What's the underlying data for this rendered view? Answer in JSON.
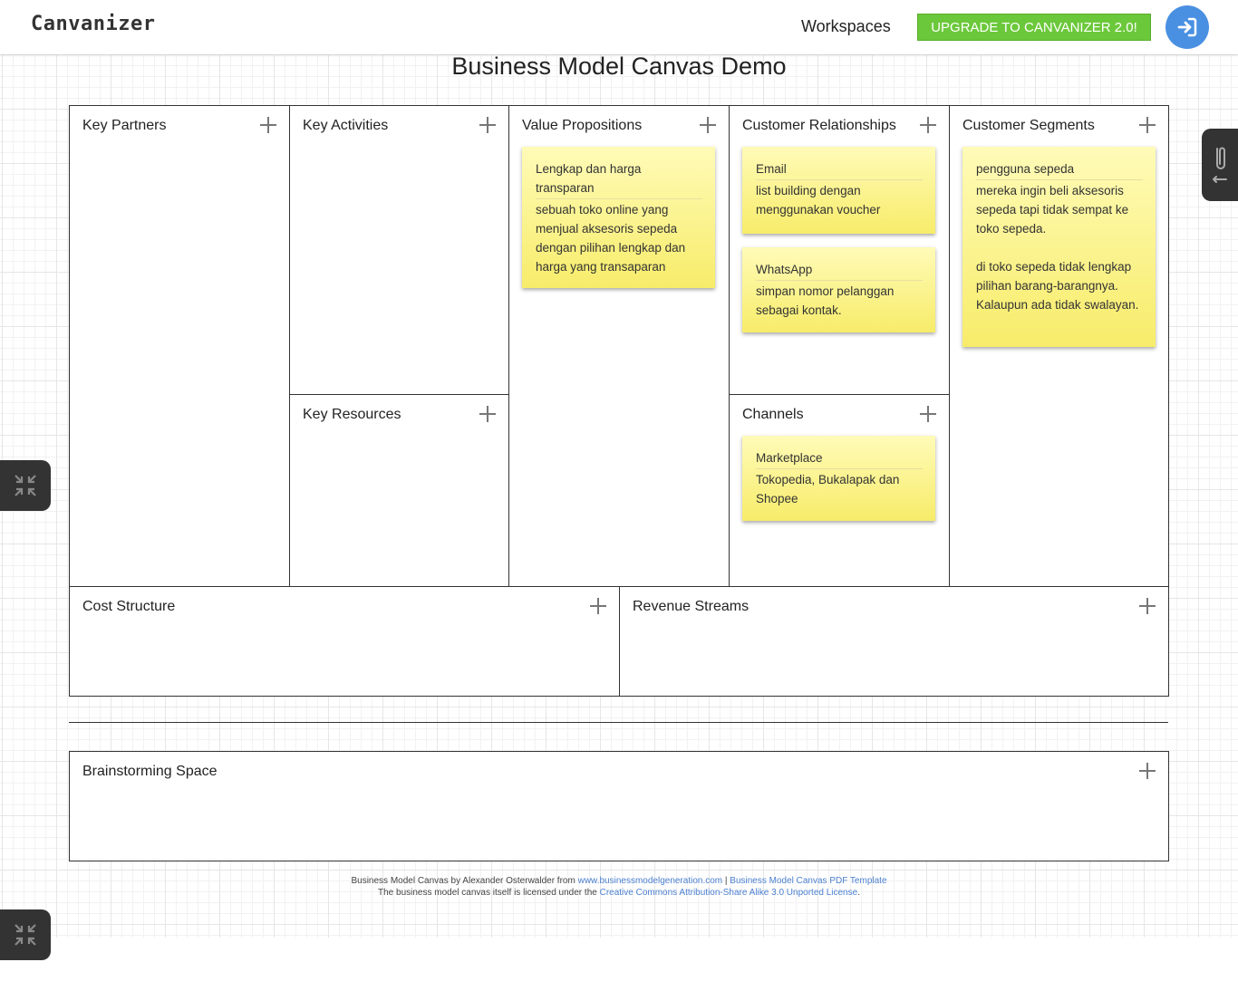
{
  "header": {
    "logo": "Canvanizer",
    "nav_workspaces": "Workspaces",
    "upgrade_label": "UPGRADE TO CANVANIZER 2.0!",
    "login_icon": "sign-in-icon"
  },
  "page_title": "Business Model Canvas Demo",
  "canvas": {
    "key_partners": {
      "title": "Key Partners"
    },
    "key_activities": {
      "title": "Key Activities"
    },
    "key_resources": {
      "title": "Key Resources"
    },
    "value_propositions": {
      "title": "Value Propositions",
      "notes": [
        {
          "title": "Lengkap dan harga transparan",
          "body": "sebuah toko online yang menjual aksesoris sepeda dengan pilihan lengkap dan harga yang transaparan"
        }
      ]
    },
    "customer_relationships": {
      "title": "Customer Relationships",
      "notes": [
        {
          "title": "Email",
          "body": "list building dengan menggunakan voucher"
        },
        {
          "title": "WhatsApp",
          "body": "simpan nomor pelanggan sebagai kontak."
        }
      ]
    },
    "channels": {
      "title": "Channels",
      "notes": [
        {
          "title": "Marketplace",
          "body": "Tokopedia, Bukalapak dan Shopee"
        }
      ]
    },
    "customer_segments": {
      "title": "Customer Segments",
      "notes": [
        {
          "title": "pengguna sepeda",
          "body": "mereka ingin beli aksesoris sepeda tapi tidak sempat ke toko sepeda.\n\ndi toko sepeda tidak lengkap pilihan barang-barangnya. Kalaupun ada tidak swalayan."
        }
      ]
    },
    "cost_structure": {
      "title": "Cost Structure"
    },
    "revenue_streams": {
      "title": "Revenue Streams"
    },
    "brainstorming": {
      "title": "Brainstorming Space"
    }
  },
  "footer": {
    "line1_prefix": "Business Model Canvas by Alexander Osterwalder from ",
    "line1_link1": "www.businessmodelgeneration.com",
    "line1_sep": " | ",
    "line1_link2": "Business Model Canvas PDF Template",
    "line2_prefix": "The business model canvas itself is licensed under the ",
    "line2_link": "Creative Commons Attribution-Share Alike 3.0 Unported License",
    "line2_suffix": "."
  },
  "side_tabs": {
    "attachment_icon": "paperclip-icon",
    "collapse_icon": "collapse-arrows-icon"
  }
}
